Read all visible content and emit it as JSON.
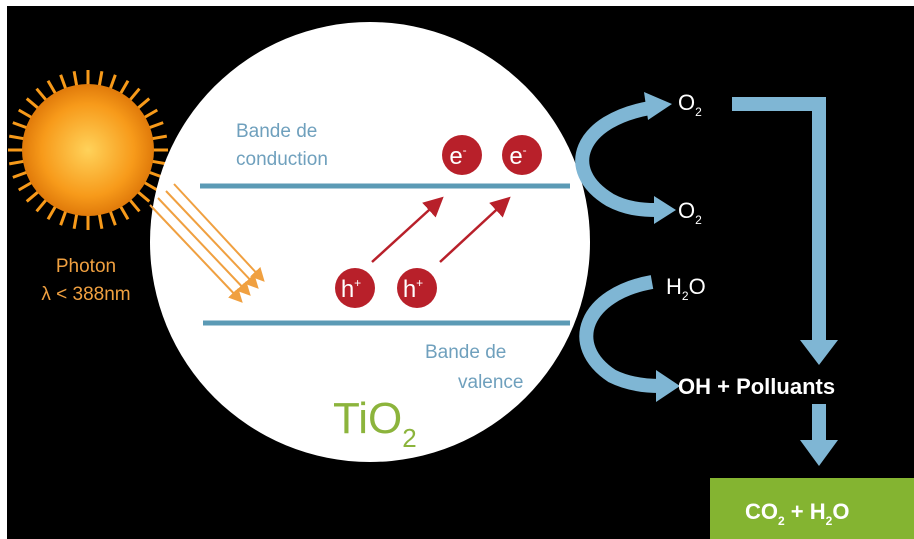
{
  "photon": {
    "line1": "Photon",
    "line2": "λ < 388nm"
  },
  "bands": {
    "conduction_line1": "Bande de",
    "conduction_line2": "conduction",
    "valence_line1": "Bande de",
    "valence_line2": "valence"
  },
  "material": {
    "main": "TiO",
    "sub": "2"
  },
  "carriers": {
    "electron": {
      "base": "e",
      "sup": "-"
    },
    "hole": {
      "base": "h",
      "sup": "+"
    }
  },
  "products": {
    "o2_in": {
      "base": "O",
      "sub": "2"
    },
    "o2_out": {
      "base": "O",
      "sub": "2"
    },
    "h2o": {
      "pre": "H",
      "sub": "2",
      "post": "O"
    },
    "oh_pollutants": "OH + Polluants",
    "final": {
      "a": "CO",
      "a_sub": "2",
      "mid": " + H",
      "mid_sub": "2",
      "end": "O"
    }
  },
  "colors": {
    "background": "#000000",
    "sun": "#f79a1a",
    "photon_text": "#f0a040",
    "circle": "#ffffff",
    "band_line": "#5b9ab5",
    "band_text": "#6fa0bd",
    "carrier": "#b8202a",
    "arrow": "#7fb6d4",
    "tio2": "#8cb43c",
    "final_box": "#84b431"
  }
}
